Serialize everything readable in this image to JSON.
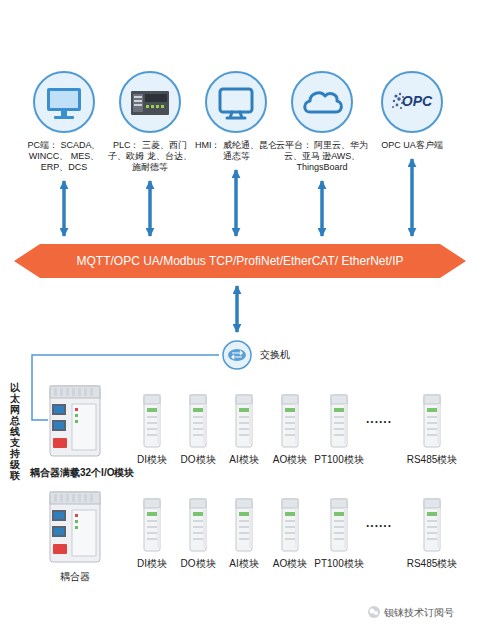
{
  "diagram": {
    "nodes": [
      {
        "text": [
          "PC端： SCADA、WINCC、 MES、ERP、DCS"
        ]
      },
      {
        "text": [
          "PLC： 三菱、西门子、欧姆 龙、台达、施耐德等"
        ]
      },
      {
        "text": [
          "HMI： 威纶通、昆仑通态等"
        ]
      },
      {
        "text": [
          "云平台： 阿里云、华为云、亚马 逊AWS、ThingsBoard"
        ]
      },
      {
        "text": [
          "OPC",
          "OPC UA客户端"
        ]
      },
      {
        "text": [
          "MQTT/OPC UA/Modbus TCP/ProfiNet/EtherCAT/ EtherNet/IP"
        ]
      },
      {
        "text": [
          "交换机"
        ]
      },
      {
        "text": [
          "耦合器满载32个I/O模块"
        ]
      },
      {
        "text": [
          "DI模块"
        ]
      },
      {
        "text": [
          "DO模块"
        ]
      },
      {
        "text": [
          "AI模块"
        ]
      },
      {
        "text": [
          "AO模块"
        ]
      },
      {
        "text": [
          "PT100模块"
        ]
      },
      {
        "text": [
          "RS485模块"
        ]
      },
      {
        "text": [
          "耦合器"
        ]
      },
      {
        "text": [
          "DI模块"
        ]
      },
      {
        "text": [
          "DO模块"
        ]
      },
      {
        "text": [
          "AI模块"
        ]
      },
      {
        "text": [
          "AO模块"
        ]
      },
      {
        "text": [
          "PT100模块"
        ]
      },
      {
        "text": [
          "RS485模块"
        ]
      }
    ],
    "edges": [
      {
        "from": 0,
        "to": 5,
        "arrow": "both"
      },
      {
        "from": 1,
        "to": 5,
        "arrow": "both"
      },
      {
        "from": 2,
        "to": 5,
        "arrow": "both"
      },
      {
        "from": 3,
        "to": 5,
        "arrow": "both"
      },
      {
        "from": 4,
        "to": 5,
        "arrow": "both"
      },
      {
        "from": 5,
        "to": 6,
        "arrow": "both"
      },
      {
        "from": 6,
        "to": 7,
        "arrow": "none"
      },
      {
        "from": 7,
        "to": 14,
        "arrow": "none"
      }
    ],
    "labels": [
      "以太网总线支持级联",
      "......",
      "......",
      "钡铼技术订阅号"
    ]
  }
}
